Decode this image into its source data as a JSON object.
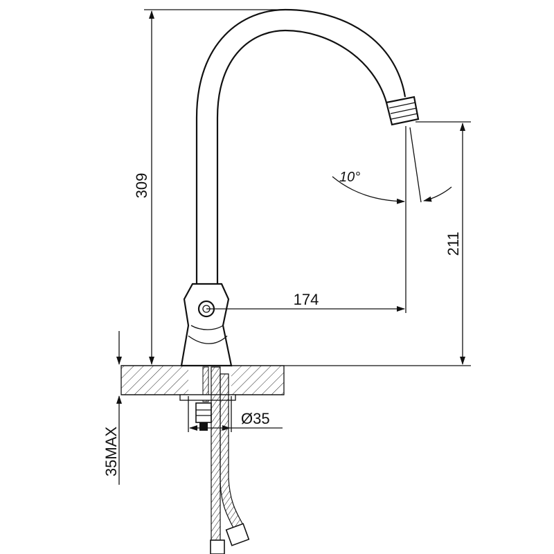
{
  "dimensions": {
    "height_total": "309",
    "height_spout": "211",
    "reach": "174",
    "diameter": "Ø35",
    "max_thickness": "35MAX",
    "angle": "10°"
  }
}
